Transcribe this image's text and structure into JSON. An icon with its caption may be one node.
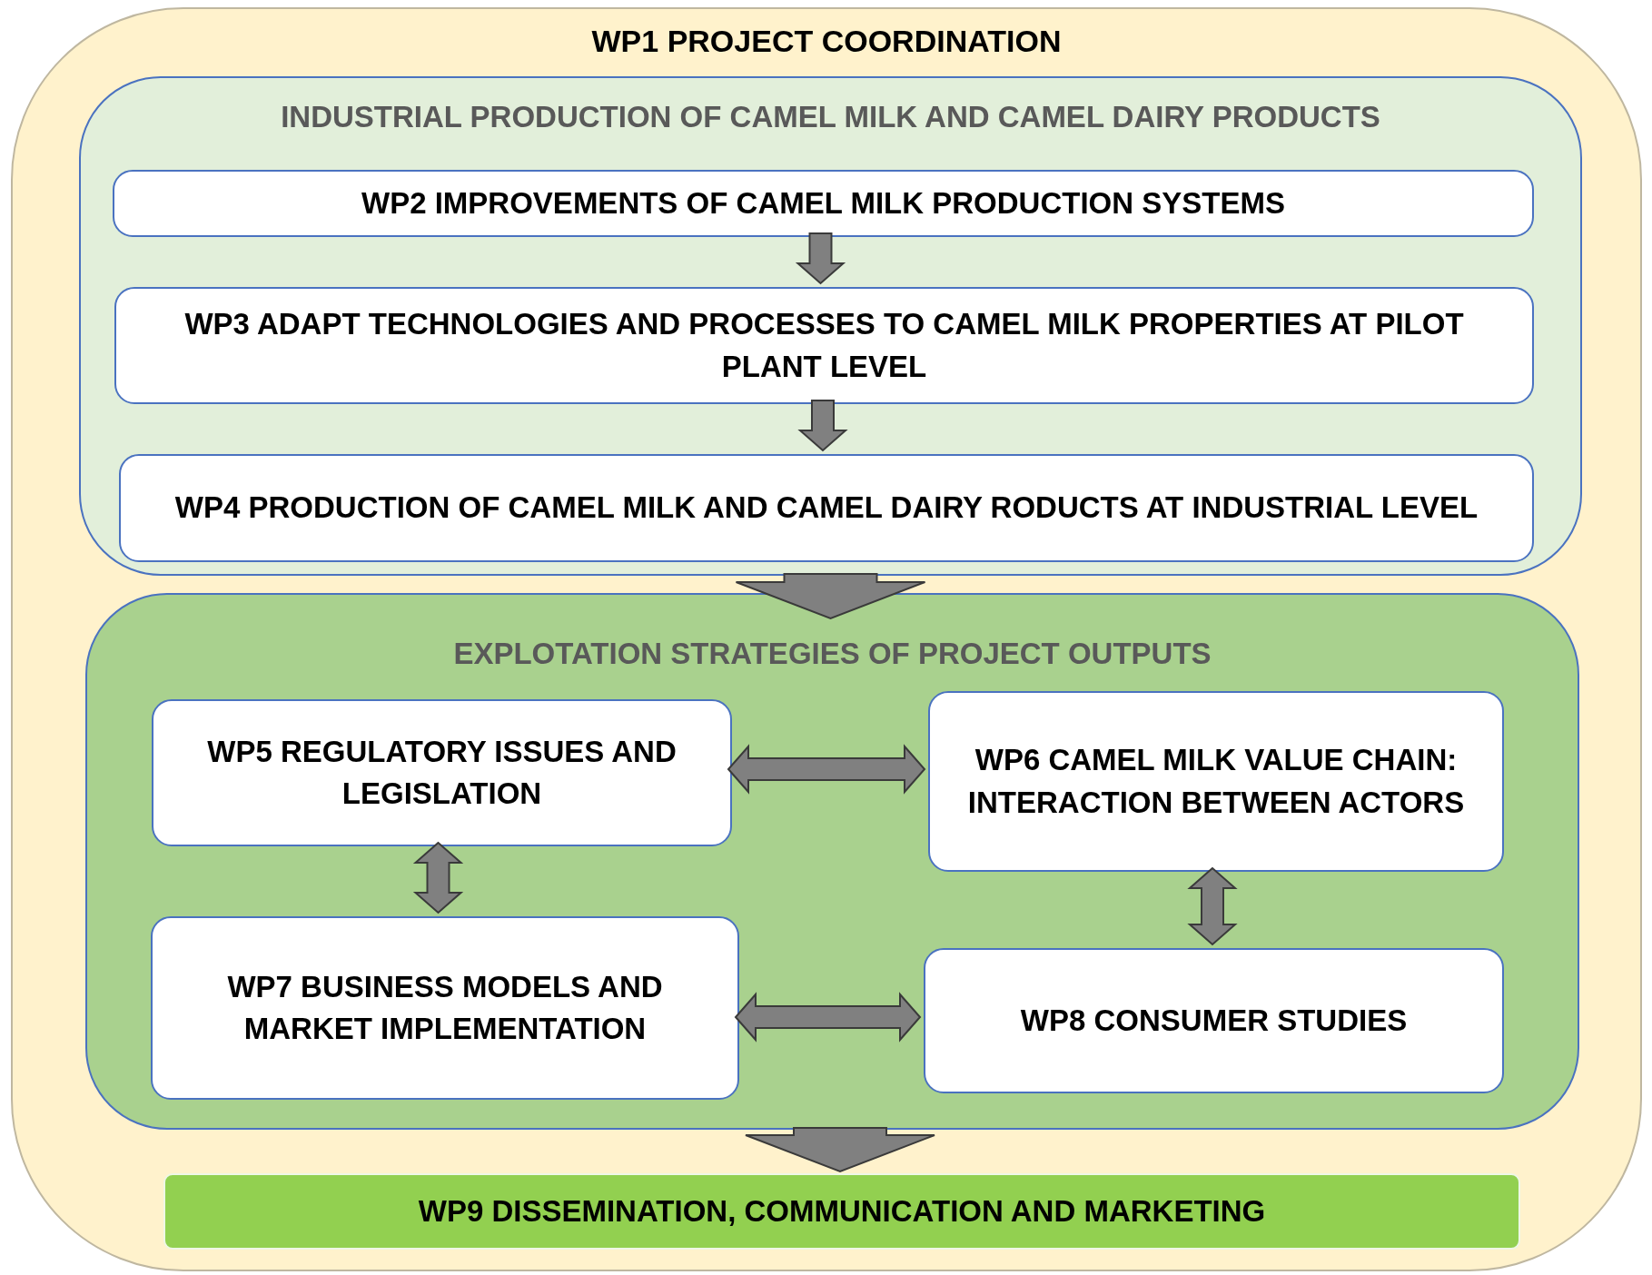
{
  "diagram": {
    "nodes": [
      {
        "text": [
          "WP1 PROJECT COORDINATION"
        ]
      },
      {
        "text": [
          "INDUSTRIAL PRODUCTION OF CAMEL MILK AND CAMEL DAIRY PRODUCTS"
        ],
        "in": 0
      },
      {
        "text": [
          "WP2 IMPROVEMENTS OF CAMEL MILK PRODUCTION SYSTEMS"
        ],
        "in": 1
      },
      {
        "text": [
          "WP3 ADAPT TECHNOLOGIES AND PROCESSES TO CAMEL MILK PROPERTIES AT PILOT PLANT LEVEL"
        ],
        "in": 1
      },
      {
        "text": [
          "WP4 PRODUCTION OF CAMEL MILK AND CAMEL DAIRY RODUCTS AT INDUSTRIAL LEVEL"
        ],
        "in": 1
      },
      {
        "text": [
          "EXPLOTATION STRATEGIES OF PROJECT OUTPUTS"
        ],
        "in": 0
      },
      {
        "text": [
          "WP5 REGULATORY ISSUES AND LEGISLATION"
        ],
        "in": 5
      },
      {
        "text": [
          "WP6 CAMEL MILK VALUE CHAIN: INTERACTION BETWEEN ACTORS"
        ],
        "in": 5
      },
      {
        "text": [
          "WP7 BUSINESS MODELS AND MARKET IMPLEMENTATION"
        ],
        "in": 5
      },
      {
        "text": [
          "WP8 CONSUMER STUDIES"
        ],
        "in": 5
      },
      {
        "text": [
          "WP9 DISSEMINATION, COMMUNICATION AND MARKETING"
        ],
        "in": 0
      }
    ],
    "edges": [
      {
        "from": 2,
        "to": 3,
        "arrow": "to"
      },
      {
        "from": 3,
        "to": 4,
        "arrow": "to"
      },
      {
        "from": 1,
        "to": 5,
        "arrow": "to"
      },
      {
        "from": 6,
        "to": 7,
        "arrow": "both"
      },
      {
        "from": 6,
        "to": 8,
        "arrow": "both"
      },
      {
        "from": 7,
        "to": 9,
        "arrow": "both"
      },
      {
        "from": 8,
        "to": 9,
        "arrow": "both"
      },
      {
        "from": 5,
        "to": 10,
        "arrow": "to"
      }
    ]
  }
}
